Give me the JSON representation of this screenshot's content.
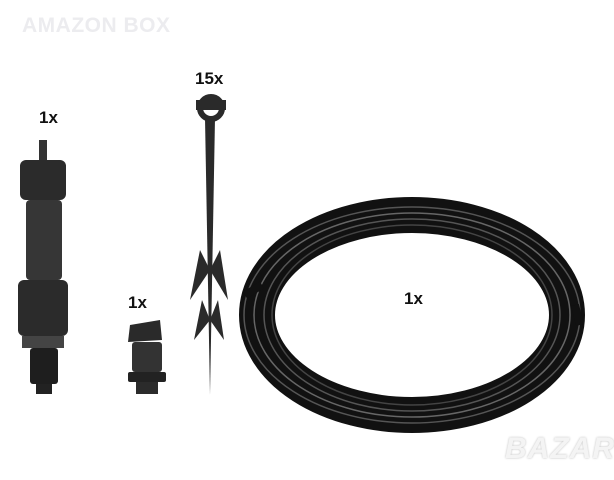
{
  "watermark": "AMAZON BOX",
  "logo": "BAZAR",
  "items": [
    {
      "name": "tap-connector",
      "quantity": "1x"
    },
    {
      "name": "end-plug",
      "quantity": "1x"
    },
    {
      "name": "ground-stake",
      "quantity": "15x"
    },
    {
      "name": "drip-hose-coil",
      "quantity": "1x"
    }
  ],
  "colors": {
    "product": "#2a2a2a",
    "hose": "#111111",
    "label": "#111111"
  }
}
